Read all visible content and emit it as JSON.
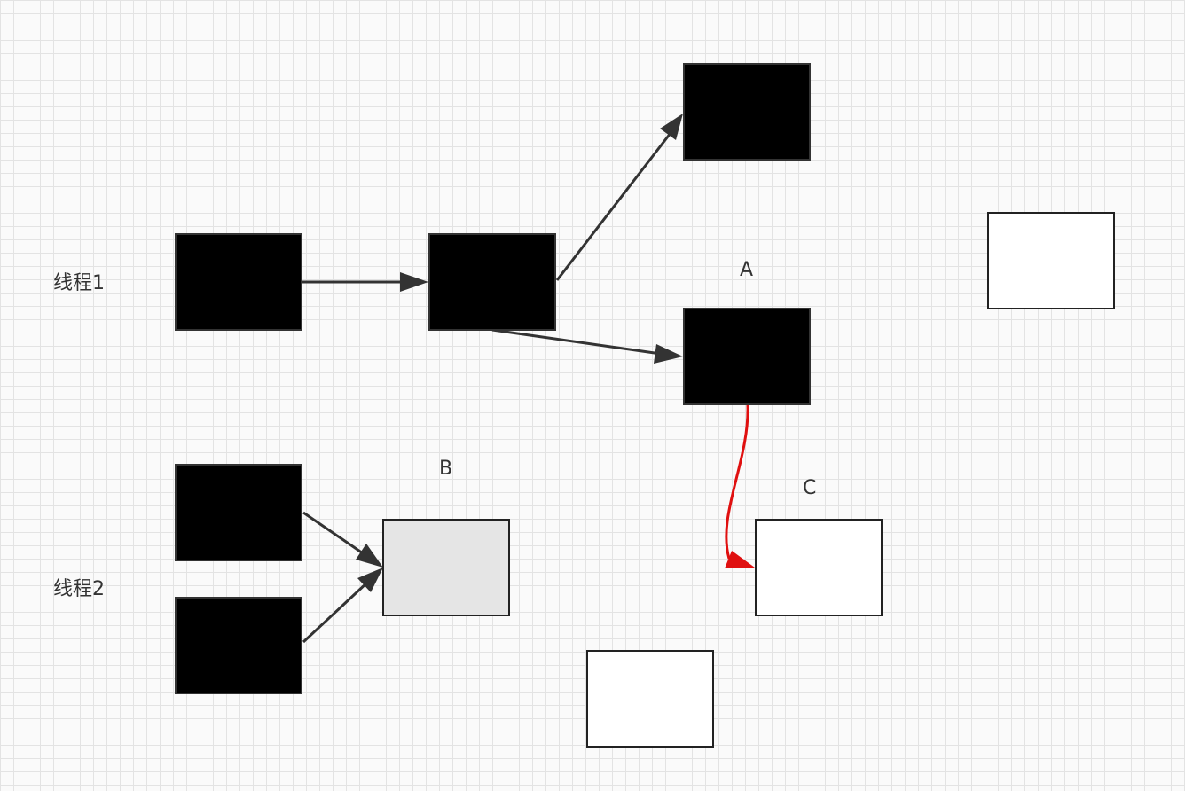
{
  "thread_labels": {
    "thread1": "线程1",
    "thread2": "线程2"
  },
  "node_labels": {
    "a": "A",
    "b": "B",
    "c": "C"
  },
  "colors": {
    "node_fill_dark": "#000000",
    "node_fill_gray": "#e5e5e5",
    "node_fill_white": "#ffffff",
    "edge": "#333333",
    "highlight_edge": "#e01010",
    "grid": "#e3e3e3"
  }
}
